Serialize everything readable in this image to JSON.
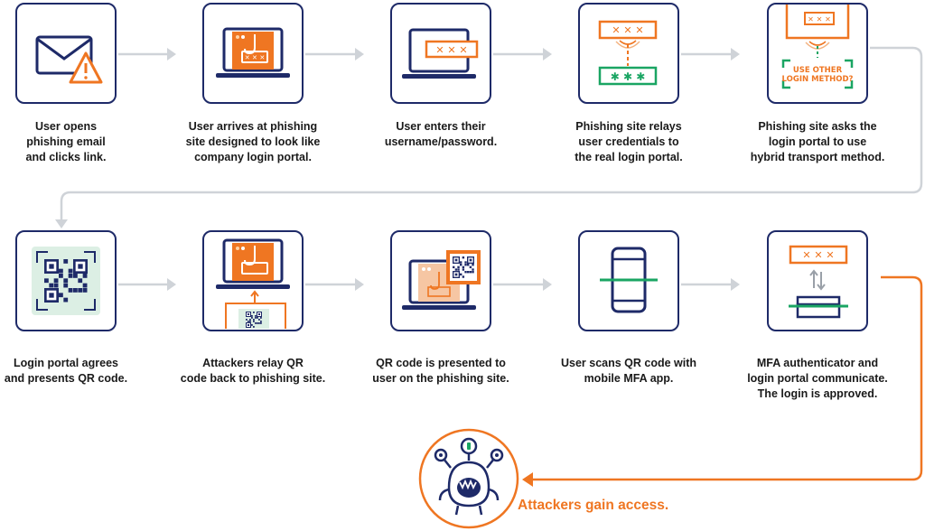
{
  "steps": [
    {
      "caption": "User opens\nphishing email\nand clicks link."
    },
    {
      "caption": "User arrives at phishing\nsite designed to look like\ncompany login portal."
    },
    {
      "caption": "User enters their\nusername/password."
    },
    {
      "caption": "Phishing site relays\nuser credentials to\nthe real login portal."
    },
    {
      "caption": "Phishing site asks the\nlogin portal to use\nhybrid transport method.",
      "icon_text": "USE OTHER\nLOGIN METHOD?"
    },
    {
      "caption": "Login portal agrees\nand presents QR code."
    },
    {
      "caption": "Attackers relay QR\ncode back to phishing site."
    },
    {
      "caption": "QR code is presented to\nuser on the phishing site."
    },
    {
      "caption": "User scans QR code with\nmobile MFA app."
    },
    {
      "caption": "MFA authenticator and\nlogin portal communicate.\nThe login is approved."
    }
  ],
  "masked_text": "✕ ✕ ✕",
  "masked_text_green": "✱ ✱ ✱",
  "result": {
    "caption": "Attackers gain access."
  },
  "colors": {
    "navy": "#1e2a68",
    "orange": "#ef7622",
    "green": "#1aa563",
    "gray": "#cfd3d8",
    "mint": "#dcefe4",
    "peach": "#f6c6a3"
  }
}
